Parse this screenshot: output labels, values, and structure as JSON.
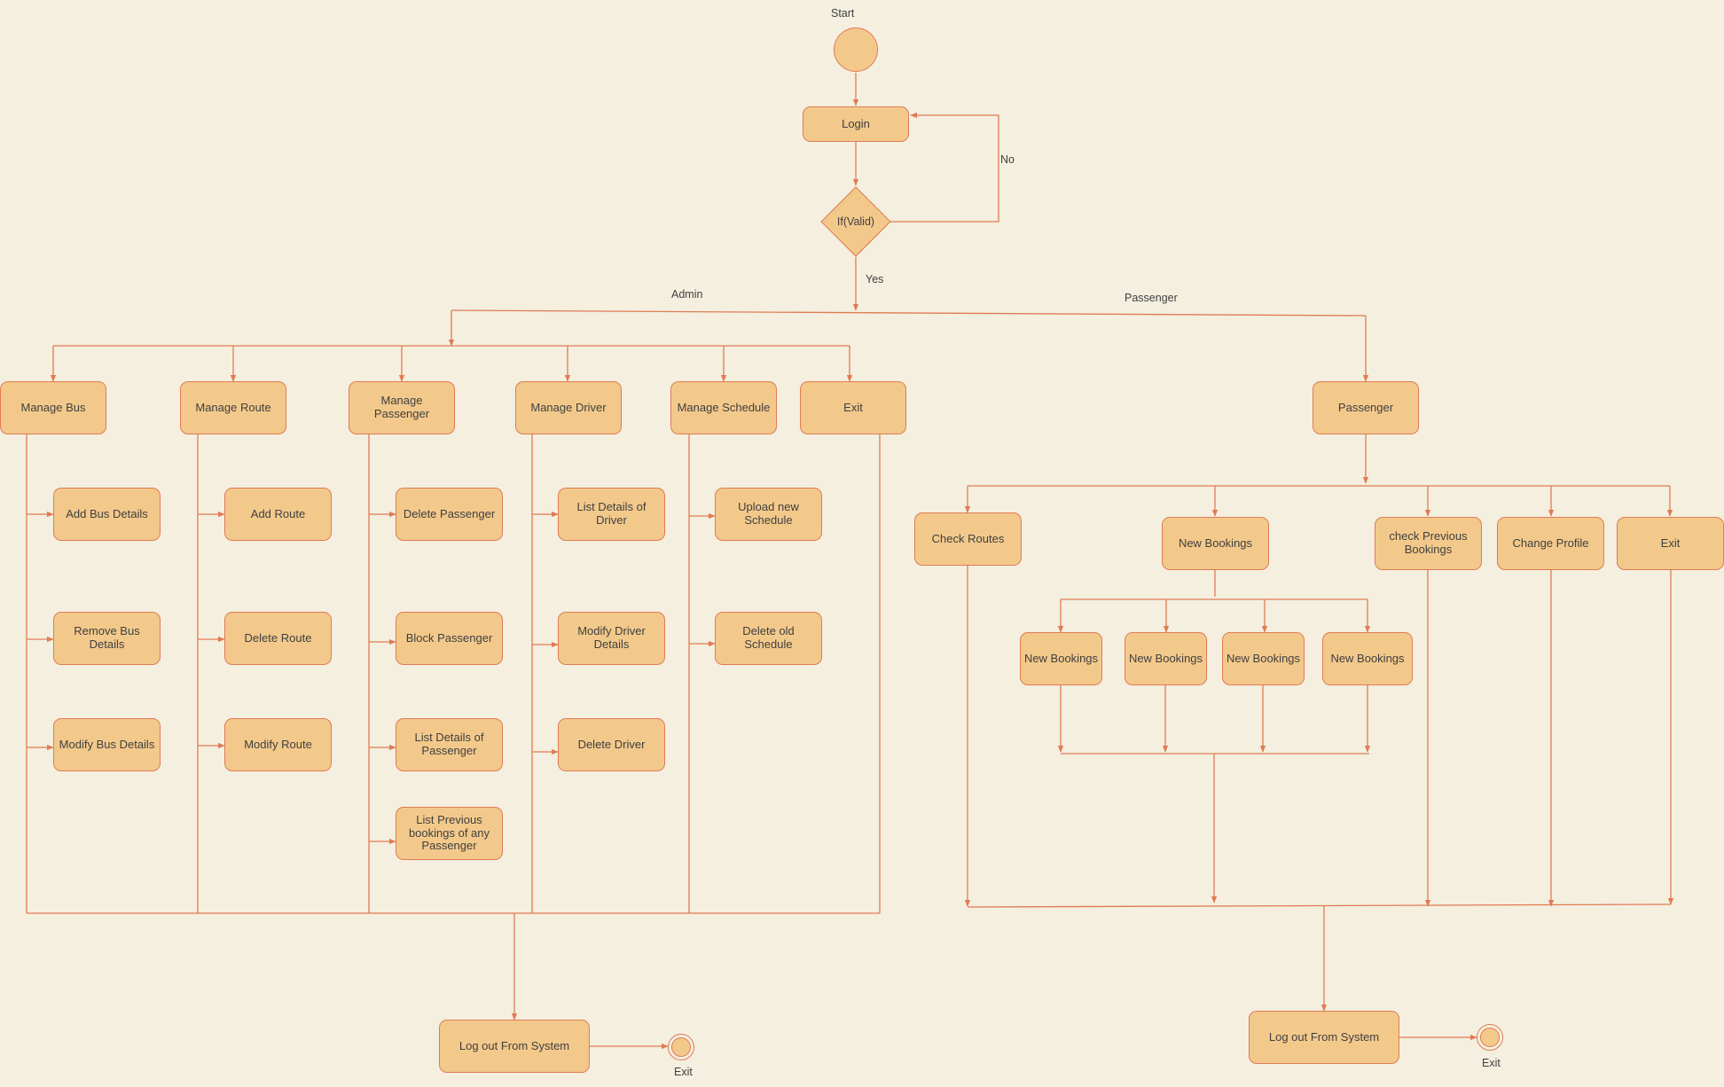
{
  "flow": {
    "start_label": "Start",
    "login": "Login",
    "decision": "If(Valid)",
    "no_label": "No",
    "yes_label": "Yes",
    "admin_label": "Admin",
    "passenger_branch_label": "Passenger"
  },
  "admin": {
    "manage_bus": "Manage Bus",
    "manage_route": "Manage Route",
    "manage_passenger": "Manage Passenger",
    "manage_driver": "Manage Driver",
    "manage_schedule": "Manage Schedule",
    "exit": "Exit",
    "bus_items": [
      "Add Bus Details",
      "Remove Bus Details",
      "Modify Bus Details"
    ],
    "route_items": [
      "Add Route",
      "Delete Route",
      "Modify Route"
    ],
    "passenger_items": [
      "Delete Passenger",
      "Block Passenger",
      "List Details of Passenger",
      "List Previous bookings of any Passenger"
    ],
    "driver_items": [
      "List Details of Driver",
      "Modify Driver Details",
      "Delete Driver"
    ],
    "schedule_items": [
      "Upload new Schedule",
      "Delete old Schedule"
    ],
    "logout": "Log out From System",
    "exit_label": "Exit"
  },
  "passenger": {
    "node": "Passenger",
    "check_routes": "Check Routes",
    "new_bookings": "New Bookings",
    "check_previous": "check Previous Bookings",
    "change_profile": "Change Profile",
    "exit": "Exit",
    "booking_items": [
      "New Bookings",
      "New Bookings",
      "New Bookings",
      "New Bookings"
    ],
    "logout": "Log out From System",
    "exit_label": "Exit"
  },
  "colors": {
    "background": "#f4efdf",
    "node_fill": "#f3c98b",
    "stroke": "#e07b55",
    "text": "#3f3f3f"
  }
}
